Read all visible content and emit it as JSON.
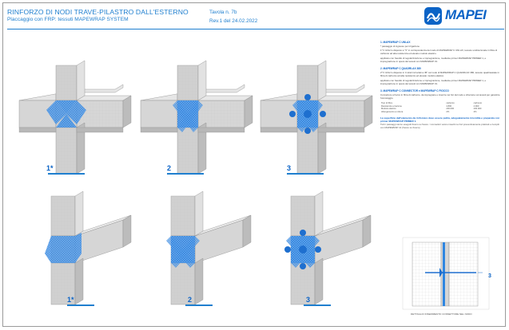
{
  "header": {
    "title": "RINFORZO DI NODI TRAVE-PILASTRO DALL'ESTERNO",
    "subtitle": "Placcaggio con FRP: tessuti MAPEWRAP SYSTEM",
    "sheet_number": "Tavola n. 7b",
    "revision": "Rev.1 del 24.02.2022",
    "logo_text": "MAPEI"
  },
  "figures": [
    {
      "label": "1*"
    },
    {
      "label": "2"
    },
    {
      "label": "3"
    },
    {
      "label": "1*"
    },
    {
      "label": "2"
    },
    {
      "label": "3"
    }
  ],
  "notes": {
    "s1_title": "1. MAPEWRAP C UNI-AX",
    "s1_p1": "* passaggio di ingresso per irrigazione",
    "s1_p2": "1* Il rinforzo disposto a \"V\" in corrispondenza del nodo di MAPEWRAP C UNI-AX, tessuto unidirezionale in fibra di carbonio ad alta resistenza ed elevato modulo elastico.",
    "s1_p3": "applicato con l'ausilio di regolarizzazione e impregnazione, mediante primer MAPEWRAP PRIMER 1, e impregnazione in opera dei tessuti con MAPEWRAP 31.",
    "s2_title": "2. MAPEWRAP C QUADRI-AX 380",
    "s2_p1": "2* Il rinforzo disposto in 4 strati incrociati a 45° sul nodo di MAPEWRAP C QUADRI-AX 380, tessuto quadriassiale in fibra di carbonio ad alta resistenza ed elevato modulo elastico.",
    "s2_p2": "applicato con l'ausilio di regolarizzazione e impregnazione, mediante primer MAPEWRAP PRIMER 1, e impregnazione in opera dei tessuti con MAPEWRAP 31.",
    "s3_title": "3. MAPEWRAP C CONNECTOR e MAPEWRAP C FIOCCO",
    "s3_p1": "Connettore a fiocco in fibra di carbonio, da impregnare e inserire nei fori del nodo e sfioccare sui tessuti per garantire l'ancoraggio.",
    "table_rows": [
      [
        "Tipo di fibra",
        "carbonio",
        "carbonio"
      ],
      [
        "Resistenza a trazione",
        "4.800",
        "4.900"
      ],
      [
        "Modulo elastico",
        "230.000",
        "230.000"
      ],
      [
        "Allungamento a rottura",
        "2%",
        "2%"
      ]
    ],
    "conclusion_title": "La superficie dell'elemento da rinforzare deve essere pulita, adeguatamente irruvidita e preparata con primer MAPEWRAP PRIMER 1.",
    "conclusion_p": "Tutti i passaggi vanno eseguiti fresco su fresco. I connettori vanno inseriti nei fori preventivamente praticati e riempiti con MAPEWRAP 12 (fresco su fresco).",
    "detail_label": "3",
    "detail_caption": "DETTAGLIO INSERIMENTO CONNETTORE NEL NODO"
  },
  "colors": {
    "brand_blue": "#1f7fcf",
    "frp_blue": "#2f86e0",
    "concrete": "#dcdcdc",
    "concrete_dark": "#b4b4b4"
  }
}
